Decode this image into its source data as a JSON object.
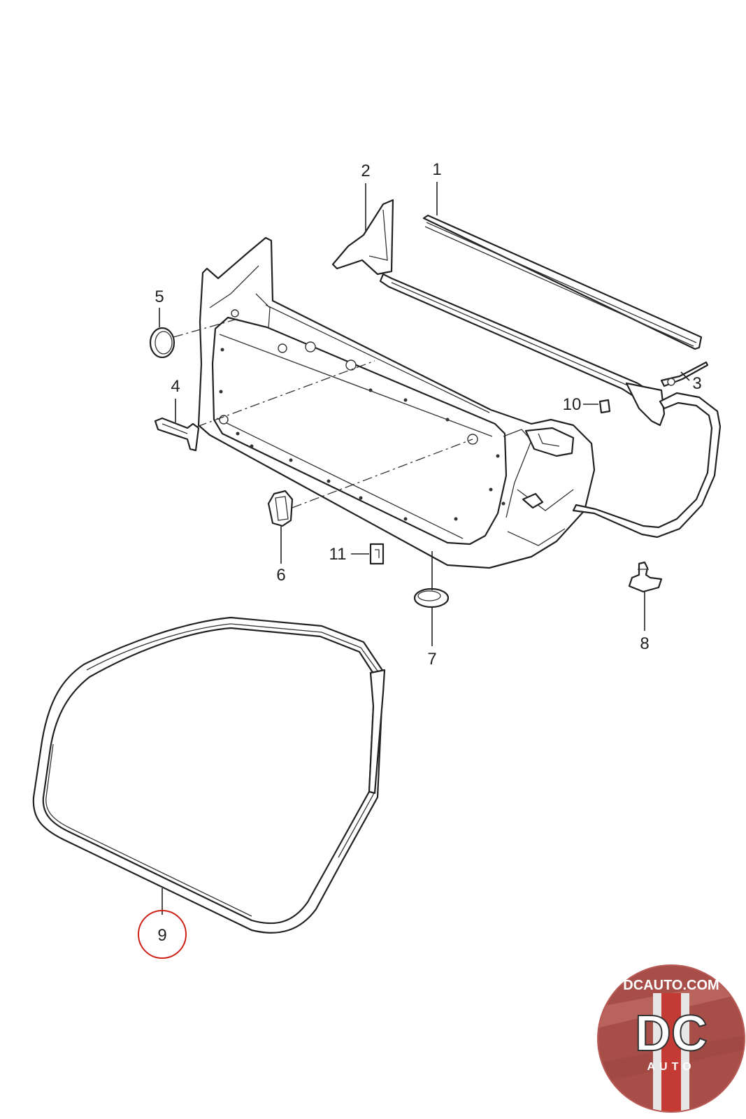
{
  "diagram": {
    "callouts": [
      {
        "id": "1",
        "label": "1"
      },
      {
        "id": "2",
        "label": "2"
      },
      {
        "id": "3",
        "label": "3"
      },
      {
        "id": "4",
        "label": "4"
      },
      {
        "id": "5",
        "label": "5"
      },
      {
        "id": "6",
        "label": "6"
      },
      {
        "id": "7",
        "label": "7"
      },
      {
        "id": "8",
        "label": "8"
      },
      {
        "id": "9",
        "label": "9",
        "highlighted": true
      },
      {
        "id": "10",
        "label": "10"
      },
      {
        "id": "11",
        "label": "11"
      }
    ],
    "highlight_color": "#d0201a"
  },
  "logo": {
    "site": "DCAUTO.COM",
    "monogram": "DC",
    "subtitle": "AUTO",
    "colors": {
      "outer": "#b85a55",
      "band": "#c43a34",
      "inner": "#888888"
    }
  }
}
